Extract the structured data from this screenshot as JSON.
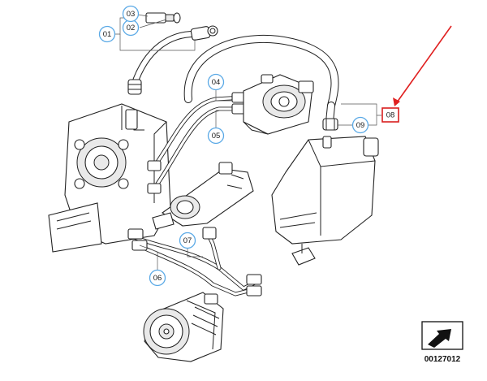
{
  "callouts": [
    {
      "label": "01"
    },
    {
      "label": "02"
    },
    {
      "label": "03"
    },
    {
      "label": "04"
    },
    {
      "label": "05"
    },
    {
      "label": "06"
    },
    {
      "label": "07"
    },
    {
      "label": "09"
    }
  ],
  "highlighted_callout": {
    "label": "08"
  },
  "diagram_number": "00127012",
  "colors": {
    "callout_ring": "#5aa9e6",
    "highlight_box": "#d81e1e",
    "arrow": "#e02020",
    "line": "#222222"
  },
  "icons": {
    "direction": "direction-arrow-icon"
  }
}
